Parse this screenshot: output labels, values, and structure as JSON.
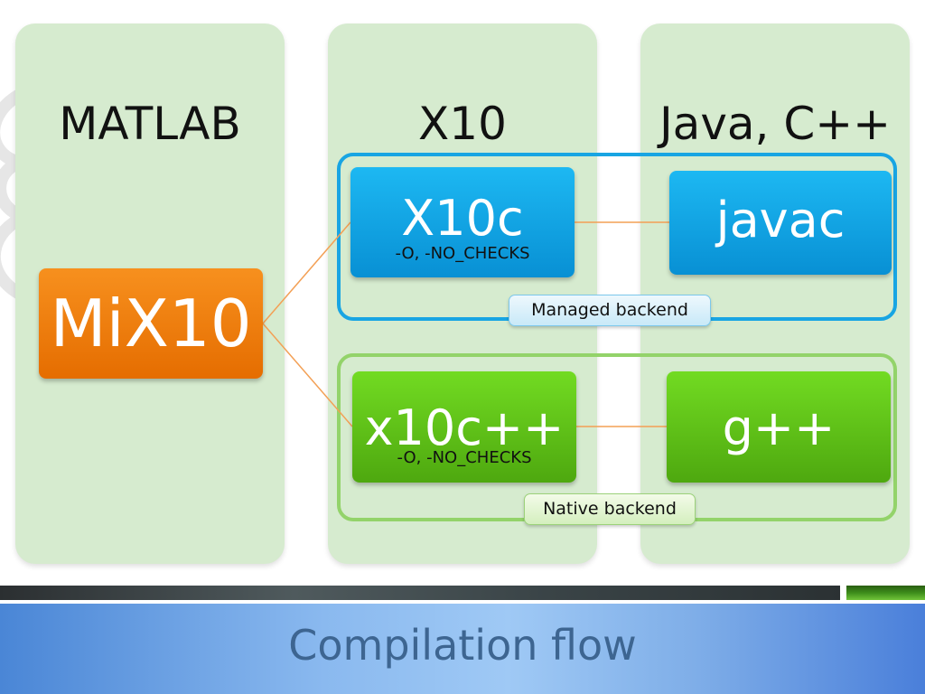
{
  "columns": [
    {
      "title": "MATLAB"
    },
    {
      "title": "X10"
    },
    {
      "title": "Java, C++"
    }
  ],
  "source": {
    "label": "MiX10"
  },
  "groups": {
    "managed": {
      "label": "Managed backend",
      "compiler": {
        "label": "X10c",
        "flags": "-O, -NO_CHECKS"
      },
      "target": {
        "label": "javac"
      }
    },
    "native": {
      "label": "Native backend",
      "compiler": {
        "label": "x10c++",
        "flags": "-O, -NO_CHECKS"
      },
      "target": {
        "label": "g++"
      }
    }
  },
  "footer": {
    "title": "Compilation flow"
  },
  "colors": {
    "column_bg": "#d6ebcf",
    "mix10": "#f07a06",
    "managed_box": "#0aa2e2",
    "managed_frame": "#18a5e3",
    "native_box": "#5cc115",
    "native_frame": "#93d36a",
    "connector": "#f3a055",
    "title_text": "#3d6591"
  }
}
